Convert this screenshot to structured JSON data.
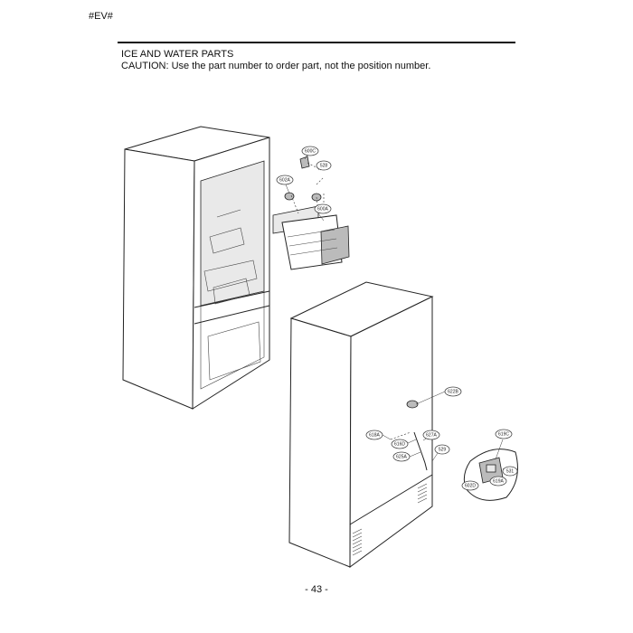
{
  "header": {
    "tag": "#EV#"
  },
  "section": {
    "title": "ICE AND WATER PARTS",
    "caution": "CAUTION: Use the part number to order part, not the position number."
  },
  "callouts": {
    "c600c": "600C",
    "c528": "528",
    "c602a": "602A",
    "c600a": "600A",
    "c622b": "622B",
    "c618a": "618A",
    "c616d": "616D",
    "c627a": "627A",
    "c529": "529",
    "c625a": "625A",
    "c619c": "619C",
    "c531": "531",
    "c619a": "619A",
    "c602d": "602D"
  },
  "footer": {
    "page": "- 43 -"
  }
}
